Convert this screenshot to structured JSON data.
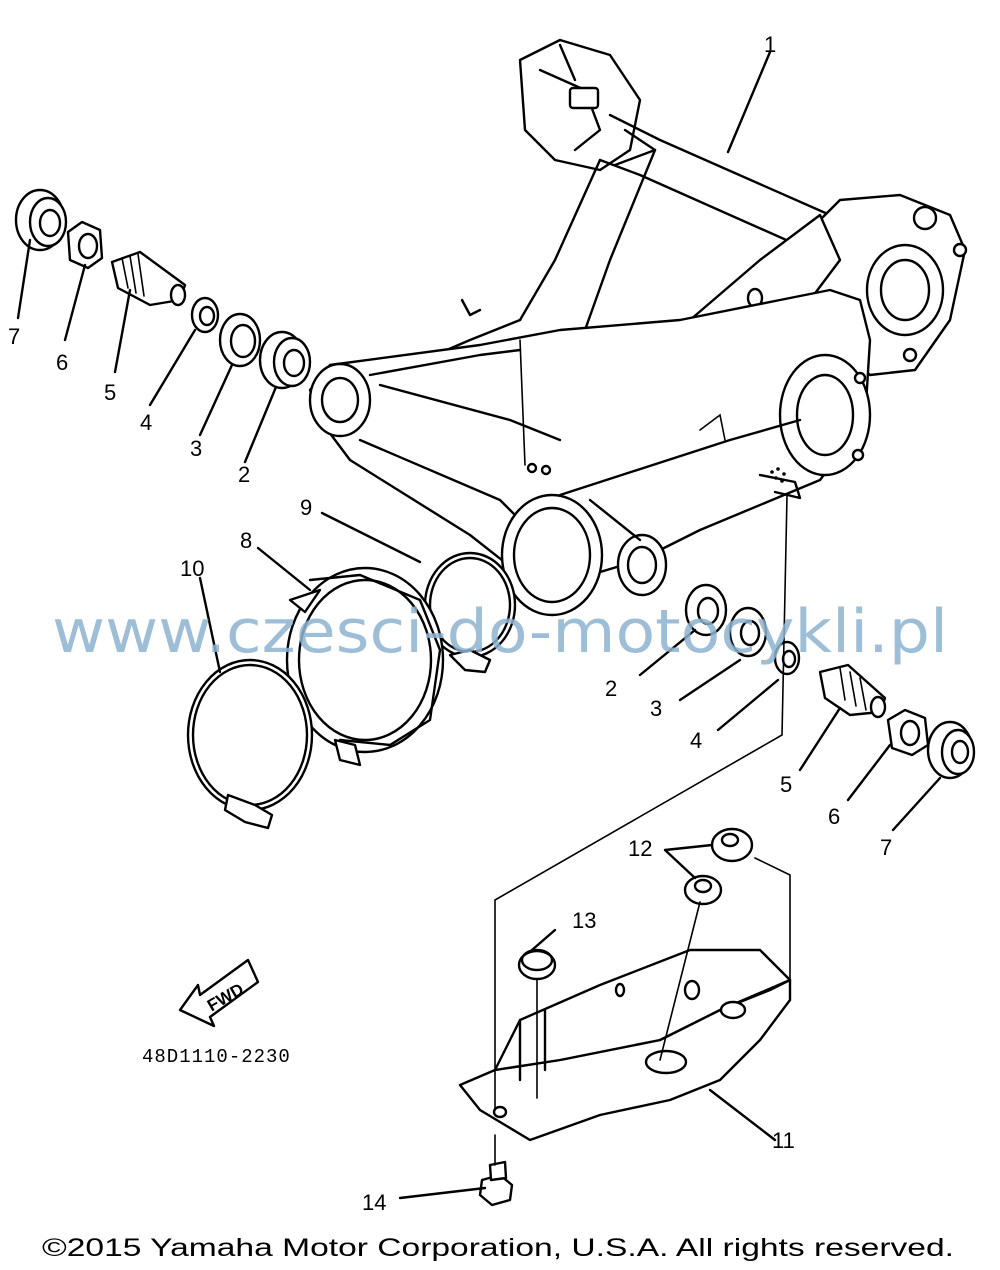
{
  "diagram": {
    "part_code": "48D1110-2230",
    "fwd_label": "FWD",
    "watermark": "www.czesci-do-motocykli.pl",
    "copyright": "©2015 Yamaha Motor Corporation, U.S.A. All rights reserved.",
    "callouts": {
      "c1": "1",
      "c2a": "2",
      "c3a": "3",
      "c4a": "4",
      "c5a": "5",
      "c6a": "6",
      "c7a": "7",
      "c2b": "2",
      "c3b": "3",
      "c4b": "4",
      "c5b": "5",
      "c6b": "6",
      "c7b": "7",
      "c8": "8",
      "c9": "9",
      "c10": "10",
      "c11": "11",
      "c12": "12",
      "c13": "13",
      "c14": "14"
    }
  }
}
